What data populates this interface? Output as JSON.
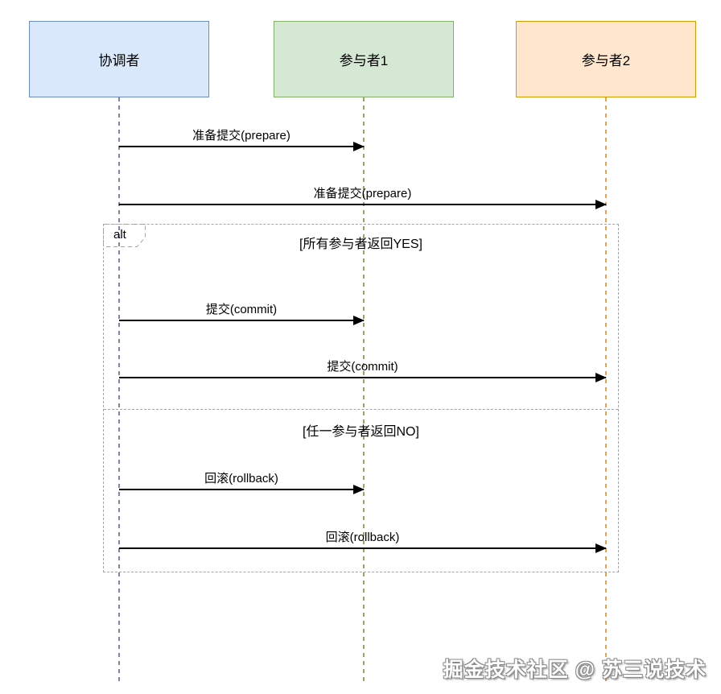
{
  "participants": [
    {
      "id": "coordinator",
      "label": "协调者"
    },
    {
      "id": "participant1",
      "label": "参与者1"
    },
    {
      "id": "participant2",
      "label": "参与者2"
    }
  ],
  "messages": [
    {
      "from": "协调者",
      "to": "参与者1",
      "label": "准备提交(prepare)"
    },
    {
      "from": "协调者",
      "to": "参与者2",
      "label": "准备提交(prepare)"
    },
    {
      "from": "协调者",
      "to": "参与者1",
      "label": "提交(commit)"
    },
    {
      "from": "协调者",
      "to": "参与者2",
      "label": "提交(commit)"
    },
    {
      "from": "协调者",
      "to": "参与者1",
      "label": "回滚(rollback)"
    },
    {
      "from": "协调者",
      "to": "参与者2",
      "label": "回滚(rollback)"
    }
  ],
  "alt_fragment": {
    "operator": "alt",
    "guards": [
      "[所有参与者返回YES]",
      "[任一参与者返回NO]"
    ]
  },
  "watermark": "掘金技术社区 @ 苏三说技术",
  "colors": {
    "coordinator-fill": "#dae8fc",
    "coordinator-border": "#6c8ebf",
    "participant1-fill": "#d5e8d4",
    "participant1-border": "#82b366",
    "participant2-fill": "#ffe6cc",
    "participant2-border": "#d79b00",
    "lifeline-coordinator": "#7b80c3",
    "lifeline-participant1": "#9aa556",
    "lifeline-participant2": "#efa23c",
    "frame-border": "#a3a3a3",
    "message": "#000000"
  }
}
